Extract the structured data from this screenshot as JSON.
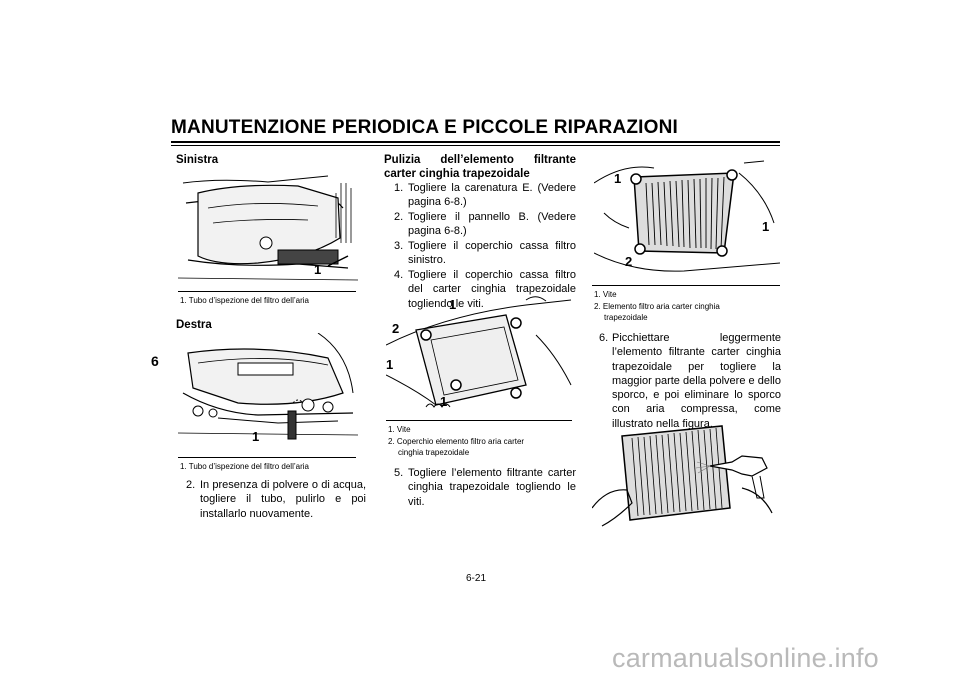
{
  "header": {
    "title": "MANUTENZIONE PERIODICA E PICCOLE RIPARAZIONI"
  },
  "section_tab": "6",
  "page_number": "6-21",
  "watermark": "carmanualsonline.info",
  "col1": {
    "sinistra_heading": "Sinistra",
    "fig1_callout": "1",
    "fig1_caption": "1. Tubo d’ispezione del filtro dell’aria",
    "destra_heading": "Destra",
    "fig2_callout": "1",
    "fig2_caption": "1. Tubo d’ispezione del filtro dell’aria",
    "step2_num": "2.",
    "step2_text": "In presenza di polvere o di acqua, togliere il tubo, pulirlo e poi installarlo nuovamente."
  },
  "col2": {
    "heading": "Pulizia dell’elemento filtrante carter cinghia trapezoidale",
    "steps": [
      {
        "num": "1.",
        "text": "Togliere la carenatura E. (Vedere pagina 6-8.)"
      },
      {
        "num": "2.",
        "text": "Togliere il pannello B. (Vedere pagina 6-8.)"
      },
      {
        "num": "3.",
        "text": "Togliere il coperchio cassa filtro sinistro."
      },
      {
        "num": "4.",
        "text": "Togliere il coperchio cassa filtro del carter cinghia trapezoidale togliendo le viti."
      }
    ],
    "fig_callouts": [
      "1",
      "2",
      "1",
      "1"
    ],
    "fig_caption_1": "1. Vite",
    "fig_caption_2": "2. Coperchio elemento filtro aria carter",
    "fig_caption_2b": "cinghia trapezoidale",
    "step5_num": "5.",
    "step5_text": "Togliere l’elemento filtrante carter cinghia trapezoidale togliendo le viti."
  },
  "col3": {
    "fig_callouts": [
      "1",
      "1",
      "2"
    ],
    "fig_caption_1": "1. Vite",
    "fig_caption_2": "2. Elemento filtro aria carter cinghia",
    "fig_caption_2b": "trapezoidale",
    "step6_num": "6.",
    "step6_text": "Picchiettare leggermente l’elemento filtrante carter cinghia trapezoidale per togliere la maggior parte della polvere e dello sporco, e poi eliminare lo sporco con aria compressa, come illustrato nella figura."
  }
}
